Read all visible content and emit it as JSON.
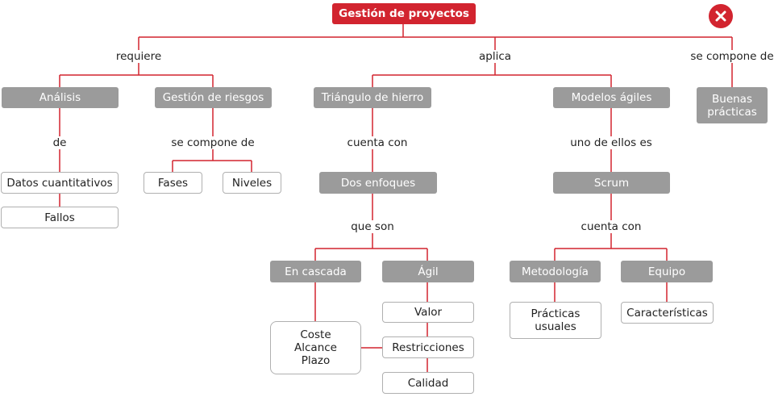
{
  "root": "Gestión de proyectos",
  "close_icon": "close-icon",
  "accent_color": "#d2242f",
  "node_color": "#9b9b9b",
  "links": {
    "requiere": "requiere",
    "aplica": "aplica",
    "se_compone_de_top": "se compone de",
    "de": "de",
    "se_compone_de_riesgos": "se compone de",
    "cuenta_con_triangulo": "cuenta con",
    "uno_de_ellos_es": "uno de ellos es",
    "que_son": "que son",
    "cuenta_con_scrum": "cuenta con"
  },
  "nodes": {
    "analisis": "Análisis",
    "gestion_riesgos": "Gestión de riesgos",
    "triangulo": "Triángulo de hierro",
    "modelos_agiles": "Modelos ágiles",
    "buenas_practicas": "Buenas\nprácticas",
    "datos_cuantitativos": "Datos cuantitativos",
    "fallos": "Fallos",
    "fases": "Fases",
    "niveles": "Niveles",
    "dos_enfoques": "Dos enfoques",
    "scrum": "Scrum",
    "en_cascada": "En cascada",
    "agil": "Ágil",
    "metodologia": "Metodología",
    "equipo": "Equipo",
    "coste_alcance_plazo": "Coste\nAlcance\nPlazo",
    "valor": "Valor",
    "restricciones": "Restricciones",
    "calidad": "Calidad",
    "practicas_usuales": "Prácticas\nusuales",
    "caracteristicas": "Características"
  }
}
